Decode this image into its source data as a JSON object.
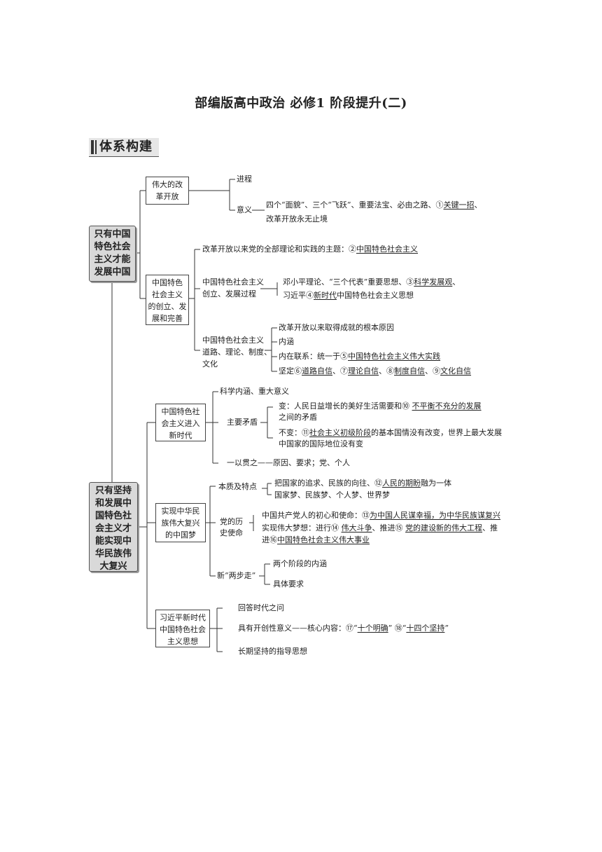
{
  "header": {
    "title": "部编版高中政治  必修1  阶段提升(二)"
  },
  "banner": {
    "label": "体系构建"
  },
  "part1": {
    "root": [
      "只有中国",
      "特色社会",
      "主义才能",
      "发展中国"
    ],
    "reform": {
      "box": [
        "伟大的改",
        "革开放"
      ],
      "jincheng": "进程",
      "yiyi_label": "意义",
      "yiyi_text1": "四个“面貌”、三个“飞跃”、重要法宝、必由之路、①",
      "yiyi_ans1": "关键一招",
      "yiyi_text1_end": "、",
      "yiyi_text2": "改革开放永无止境"
    },
    "socialism": {
      "box": [
        "中国特色",
        "社会主义",
        "的创立、发",
        "展和完善"
      ],
      "theme_text": "改革开放以来党的全部理论和实践的主题：②",
      "theme_ans": "中国特色社会主义",
      "process_label": [
        "中国特色社会主义",
        "创立、发展过程"
      ],
      "process_line1_a": "邓小平理论、“三个代表”重要思想、③",
      "process_line1_ans": "科学发展观",
      "process_line1_end": "、",
      "process_line2_a": "习近平④",
      "process_line2_ans": "新时代",
      "process_line2_b": "中国特色社会主义思想",
      "road_label": [
        "中国特色社会主义",
        "道路、理论、制度、",
        "文化"
      ],
      "road_1": "改革开放以来取得成就的根本原因",
      "road_2": "内涵",
      "road_3_a": "内在联系：统一于⑤",
      "road_3_ans": "中国特色社会主义伟大实践",
      "road_4_a": "坚定⑥",
      "road_4_ans1": "道路自信",
      "road_4_b": "、⑦",
      "road_4_ans2": "理论自信",
      "road_4_c": "、⑧",
      "road_4_ans3": "制度自信",
      "road_4_d": "、⑨",
      "road_4_ans4": "文化自信"
    }
  },
  "part2": {
    "root": [
      "只有坚持",
      "和发展中",
      "国特色社",
      "会主义才",
      "能实现中",
      "华民族伟",
      "大复兴"
    ],
    "newera": {
      "box": [
        "中国特色社",
        "会主义进入",
        "新时代"
      ],
      "item1": "科学内涵、重大意义",
      "contradiction_label": "主要矛盾",
      "change_a": "变：人民日益增长的美好生活需要和⑩ ",
      "change_ans": "不平衡不充分的发展",
      "change_b": "之间的矛盾",
      "nochange_a": "不变：⑪",
      "nochange_ans": "社会主义初级阶段",
      "nochange_b": "的基本国情没有改变，世界上最大发展",
      "nochange_c": "中国家的国际地位没有变",
      "item3": "一以贯之——原因、要求；党、个人"
    },
    "dream": {
      "box": [
        "实现中华民",
        "族伟大复兴",
        "的中国梦"
      ],
      "essence_label": "本质及特点",
      "essence_1a": "把国家的追求、民族的向往、⑫",
      "essence_1ans": "人民的期盼",
      "essence_1b": "融为一体",
      "essence_2": "国家梦、民族梦、个人梦、世界梦",
      "mission_label": [
        "党的历",
        "史使命"
      ],
      "mission_1a": "中国共产党人的初心和使命：⑬",
      "mission_1ans": "为中国人民谋幸福，为中华民族谋复兴",
      "mission_2a": "实现伟大梦想：进行⑭ ",
      "mission_2ans1": "伟大斗争",
      "mission_2b": "、推进⑮ ",
      "mission_2ans2": "党的建设新的伟大工程",
      "mission_2c": "、推",
      "mission_3a": "进⑯",
      "mission_3ans": "中国特色社会主义伟大事业",
      "twostep_label": "新“两步走”",
      "twostep_1": "两个阶段的内涵",
      "twostep_2": "具体要求"
    },
    "thought": {
      "box": [
        "习近平新时代",
        "中国特色社会",
        "主义思想"
      ],
      "item1": "回答时代之问",
      "item2_a": "具有开创性意义——核心内容：⑰“",
      "item2_ans1": "十个明确",
      "item2_b": "” ⑱“",
      "item2_ans2": "十四个坚持",
      "item2_c": "”",
      "item3": "长期坚持的指导思想"
    }
  }
}
